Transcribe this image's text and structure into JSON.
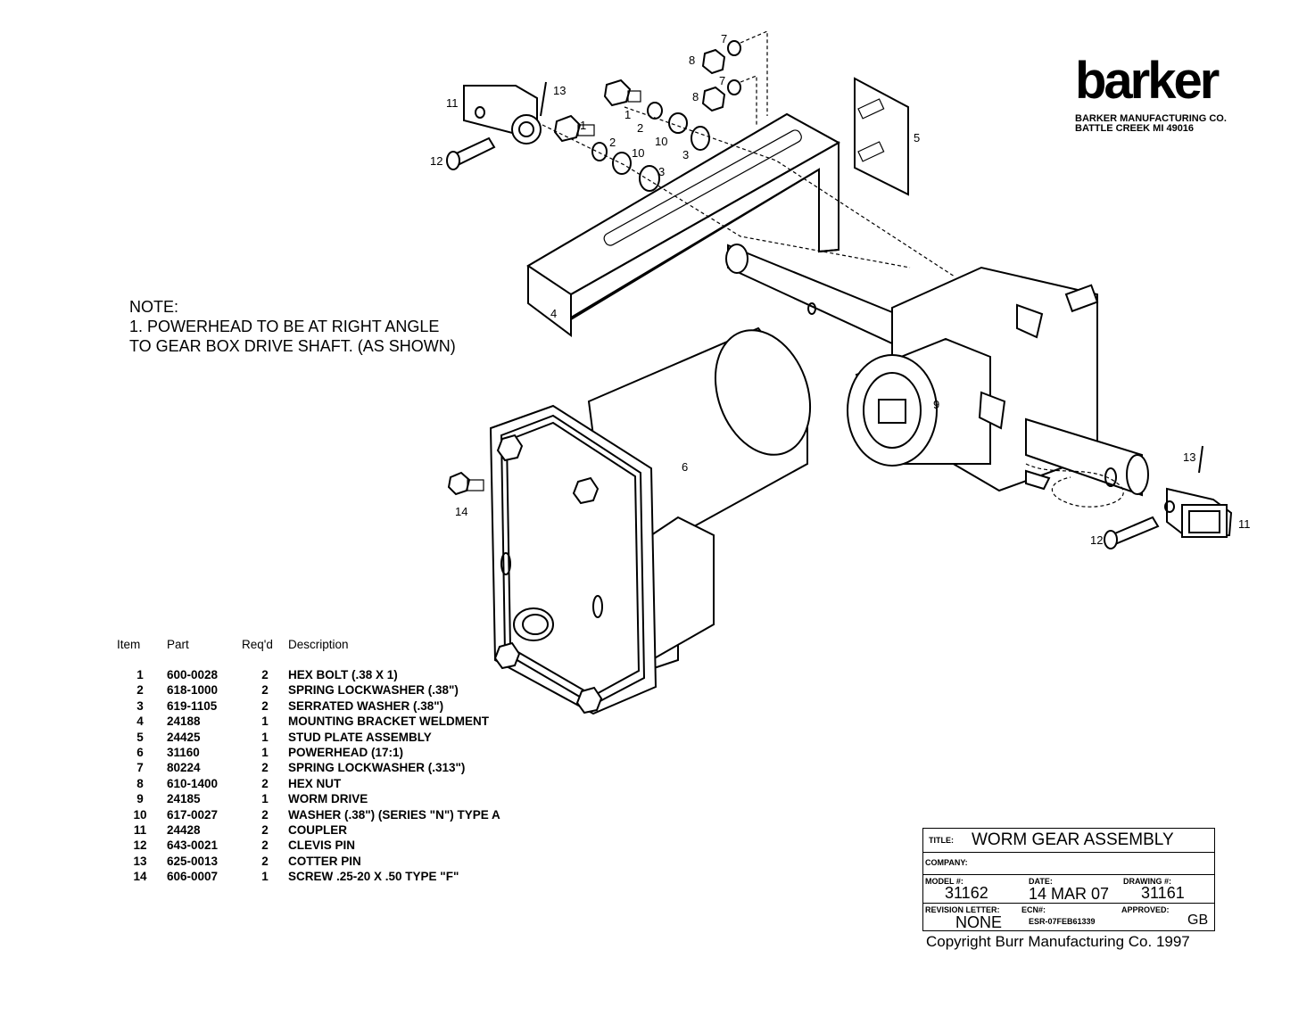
{
  "logo": {
    "wordmark": "barker",
    "company": "BARKER MANUFACTURING CO.",
    "location": "BATTLE CREEK  MI  49016"
  },
  "note": {
    "heading": "NOTE:",
    "line1": "1. POWERHEAD TO BE AT RIGHT ANGLE",
    "line2": "TO GEAR BOX DRIVE SHAFT. (AS SHOWN)"
  },
  "callouts": [
    "1",
    "2",
    "3",
    "4",
    "5",
    "6",
    "7",
    "8",
    "9",
    "10",
    "11",
    "12",
    "13",
    "14"
  ],
  "parts_list": {
    "headers": [
      "Item",
      "Part",
      "Req'd",
      "Description"
    ],
    "rows": [
      [
        "1",
        "600-0028",
        "2",
        "HEX BOLT (.38 X 1)"
      ],
      [
        "2",
        "618-1000",
        "2",
        "SPRING LOCKWASHER (.38\")"
      ],
      [
        "3",
        "619-1105",
        "2",
        "SERRATED WASHER (.38\")"
      ],
      [
        "4",
        "24188",
        "1",
        "MOUNTING BRACKET WELDMENT"
      ],
      [
        "5",
        "24425",
        "1",
        "STUD PLATE ASSEMBLY"
      ],
      [
        "6",
        "31160",
        "1",
        "POWERHEAD (17:1)"
      ],
      [
        "7",
        "80224",
        "2",
        "SPRING LOCKWASHER (.313\")"
      ],
      [
        "8",
        "610-1400",
        "2",
        "HEX NUT"
      ],
      [
        "9",
        "24185",
        "1",
        "WORM DRIVE"
      ],
      [
        "10",
        "617-0027",
        "2",
        "WASHER (.38\") (SERIES \"N\") TYPE A"
      ],
      [
        "11",
        "24428",
        "2",
        "COUPLER"
      ],
      [
        "12",
        "643-0021",
        "2",
        "CLEVIS PIN"
      ],
      [
        "13",
        "625-0013",
        "2",
        "COTTER PIN"
      ],
      [
        "14",
        "606-0007",
        "1",
        "SCREW .25-20 X .50 TYPE \"F\""
      ]
    ]
  },
  "title_block": {
    "title_label": "TITLE:",
    "title": "WORM GEAR ASSEMBLY",
    "company_label": "COMPANY:",
    "company": "",
    "model_label": "MODEL #:",
    "model": "31162",
    "date_label": "DATE:",
    "date": "14 MAR 07",
    "drawing_label": "DRAWING #:",
    "drawing": "31161",
    "revision_label": "REVISION LETTER:",
    "revision": "NONE",
    "ecn_label": "ECN#:",
    "ecn": "ESR-07FEB61339",
    "approved_label": "APPROVED:",
    "approved": "GB"
  },
  "copyright": "Copyright Burr Manufacturing Co. 1997"
}
